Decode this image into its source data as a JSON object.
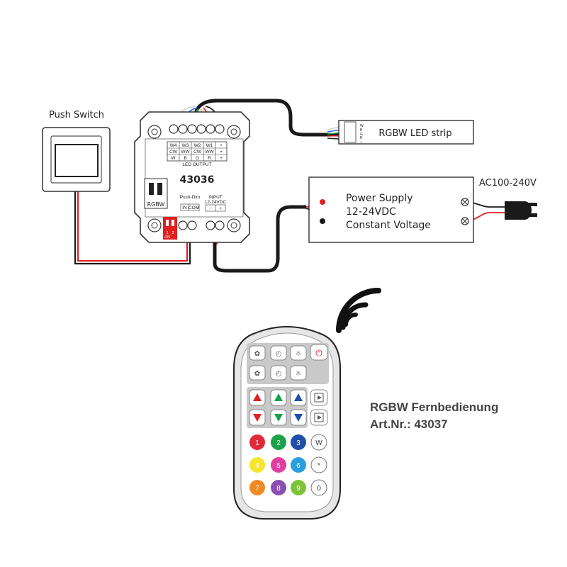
{
  "push_switch": {
    "label": "Push Switch"
  },
  "controller": {
    "model": "43036",
    "led_output_label": "LED OUTPUT",
    "channel_headers": [
      "W4",
      "W3",
      "W2",
      "W1",
      "+"
    ],
    "channel_row2": [
      "CW",
      "WW",
      "CW",
      "WW",
      "+"
    ],
    "channel_row3": [
      "W",
      "B",
      "G",
      "R",
      "+"
    ],
    "mode_label": "RGBW",
    "push_dim_label": "Push-Dim",
    "push_dim_terminals": [
      "IN",
      "COM"
    ],
    "input_label": "INPUT",
    "input_voltage": "12-24VDC",
    "input_terminals": [
      "−",
      "+"
    ],
    "dip_labels": [
      "1",
      "2"
    ],
    "dip_on": "ON"
  },
  "led_strip": {
    "label": "RGBW LED strip",
    "pins": [
      "W",
      "B",
      "G",
      "R",
      "+"
    ]
  },
  "power_supply": {
    "line1": "Power Supply",
    "line2": "12-24VDC",
    "line3": "Constant Voltage",
    "ac_label": "AC100-240V"
  },
  "remote": {
    "caption_line1": "RGBW Fernbedienung",
    "caption_line2": "Art.Nr.: 43037",
    "number_buttons": [
      {
        "label": "1",
        "color": "#e02a3a"
      },
      {
        "label": "2",
        "color": "#1aa24a"
      },
      {
        "label": "3",
        "color": "#1f4fa8"
      },
      {
        "label": "W",
        "color": "#ffffff"
      },
      {
        "label": "4",
        "color": "#f4e62a"
      },
      {
        "label": "5",
        "color": "#e03fa0"
      },
      {
        "label": "6",
        "color": "#2a9fe0"
      },
      {
        "label": "*",
        "color": "#ffffff"
      },
      {
        "label": "7",
        "color": "#f08a24"
      },
      {
        "label": "8",
        "color": "#8a4fb0"
      },
      {
        "label": "9",
        "color": "#7ec23a"
      },
      {
        "label": "0",
        "color": "#ffffff"
      }
    ]
  },
  "colors": {
    "wire_black": "#1a1a1a",
    "wire_red": "#e02020",
    "wire_white": "#cfcfcf",
    "wire_blue": "#2f6fe0",
    "wire_green": "#22b04a",
    "wire_yellow": "#f2d21a"
  }
}
